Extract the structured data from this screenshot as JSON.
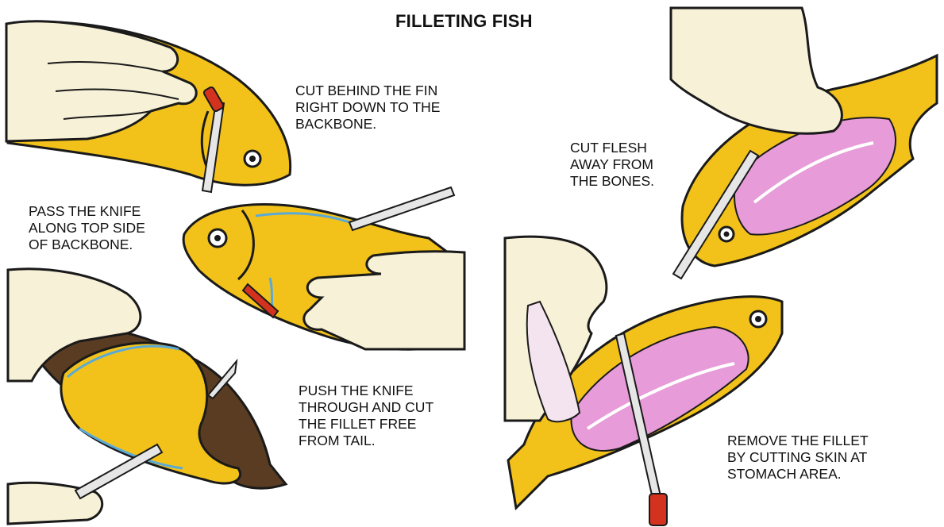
{
  "title": "FILLETING FISH",
  "steps": [
    {
      "lines": [
        "CUT BEHIND THE FIN",
        "RIGHT DOWN TO THE",
        "BACKBONE."
      ]
    },
    {
      "lines": [
        "PASS THE KNIFE",
        "ALONG TOP SIDE",
        "OF BACKBONE."
      ]
    },
    {
      "lines": [
        "PUSH THE KNIFE",
        "THROUGH AND CUT",
        "THE FILLET FREE",
        "FROM TAIL."
      ]
    },
    {
      "lines": [
        "CUT FLESH",
        "AWAY FROM",
        "THE BONES."
      ]
    },
    {
      "lines": [
        "REMOVE THE FILLET",
        "BY CUTTING SKIN AT",
        "STOMACH AREA."
      ]
    }
  ],
  "colors": {
    "fish_skin": "#f2c21a",
    "fish_outline": "#1a1a1a",
    "fillet_flesh": "#e79bd8",
    "hand_skin": "#f7f1d7",
    "cut_line": "#5aa9d6",
    "knife_blade": "#e6e6e6",
    "knife_handle": "#d3321e",
    "dark_fin": "#4a3320"
  }
}
